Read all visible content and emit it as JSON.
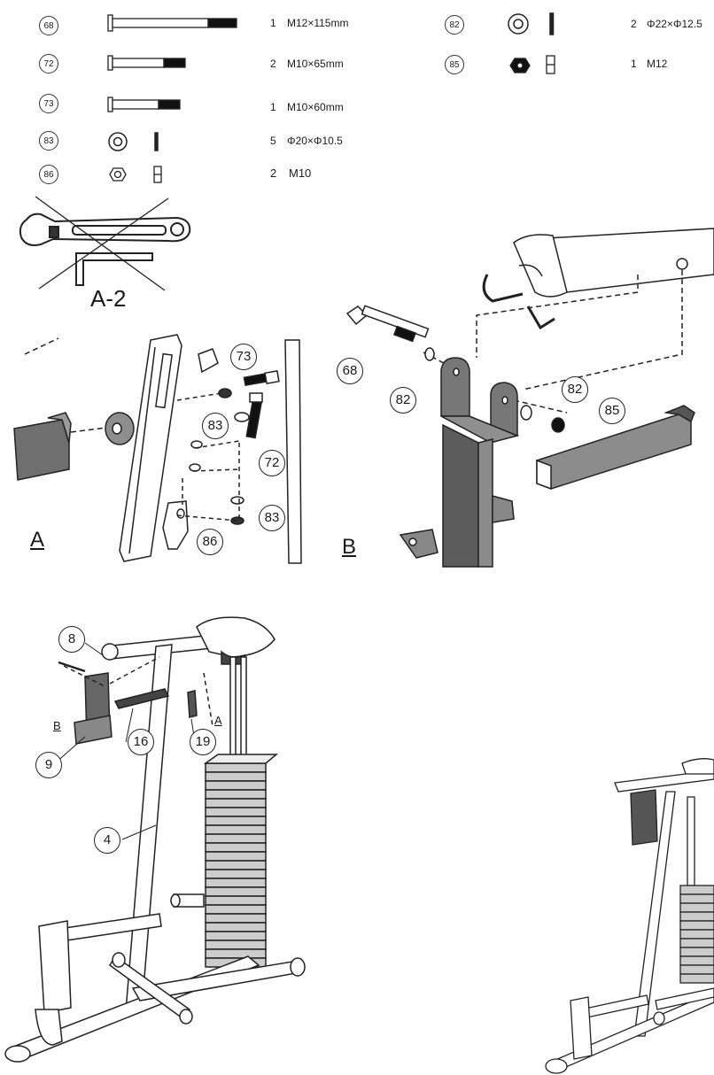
{
  "parts_left": [
    {
      "num": "68",
      "qty": "1",
      "size": "M12×115mm",
      "kind": "bolt-long"
    },
    {
      "num": "72",
      "qty": "2",
      "size": "M10×65mm",
      "kind": "bolt"
    },
    {
      "num": "73",
      "qty": "1",
      "size": "M10×60mm",
      "kind": "bolt"
    },
    {
      "num": "83",
      "qty": "5",
      "size": "Φ20×Φ10.5",
      "kind": "washer"
    },
    {
      "num": "86",
      "qty": "2",
      "size": "M10",
      "kind": "nut"
    }
  ],
  "parts_right": [
    {
      "num": "82",
      "qty": "2",
      "size": "Φ22×Φ12.5",
      "kind": "washer"
    },
    {
      "num": "85",
      "qty": "1",
      "size": "M12",
      "kind": "nut"
    }
  ],
  "tool_label": "A-2",
  "detail_a": {
    "label": "A",
    "callouts": [
      "73",
      "83",
      "72",
      "83",
      "86"
    ]
  },
  "detail_b": {
    "label": "B",
    "callouts": [
      "68",
      "82",
      "82",
      "85"
    ]
  },
  "main_view": {
    "callouts": [
      "8",
      "16",
      "19",
      "9",
      "4"
    ],
    "ref_labels": [
      "B",
      "A"
    ]
  }
}
